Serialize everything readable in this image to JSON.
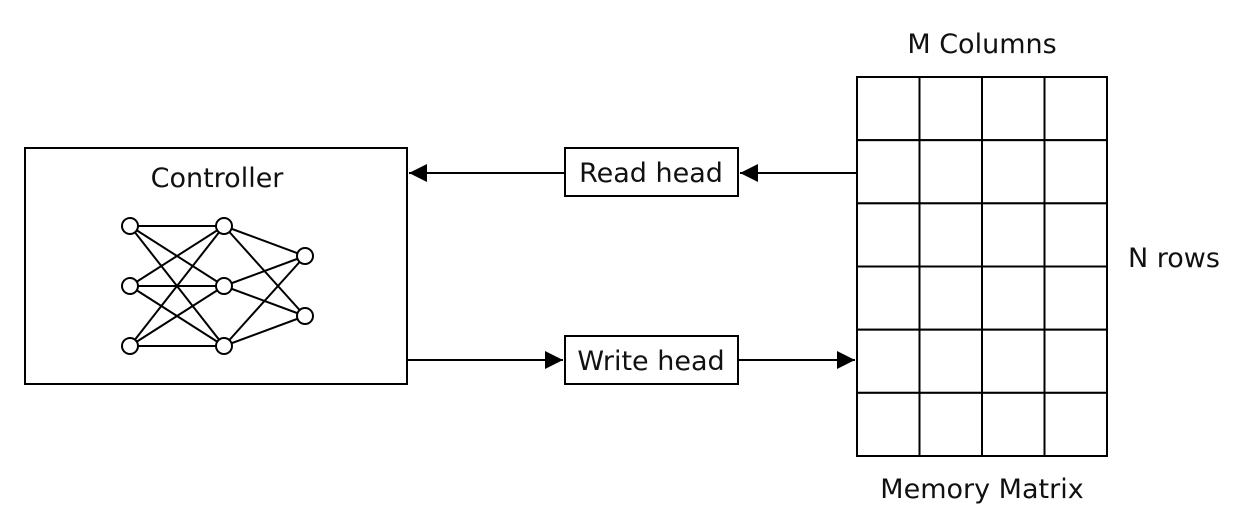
{
  "controller": {
    "label": "Controller",
    "network": {
      "layers": [
        3,
        3,
        2
      ]
    }
  },
  "read_head": {
    "label": "Read head"
  },
  "write_head": {
    "label": "Write head"
  },
  "memory": {
    "title": "M Columns",
    "side_label": "N rows",
    "caption": "Memory Matrix",
    "columns": 4,
    "rows": 6
  }
}
